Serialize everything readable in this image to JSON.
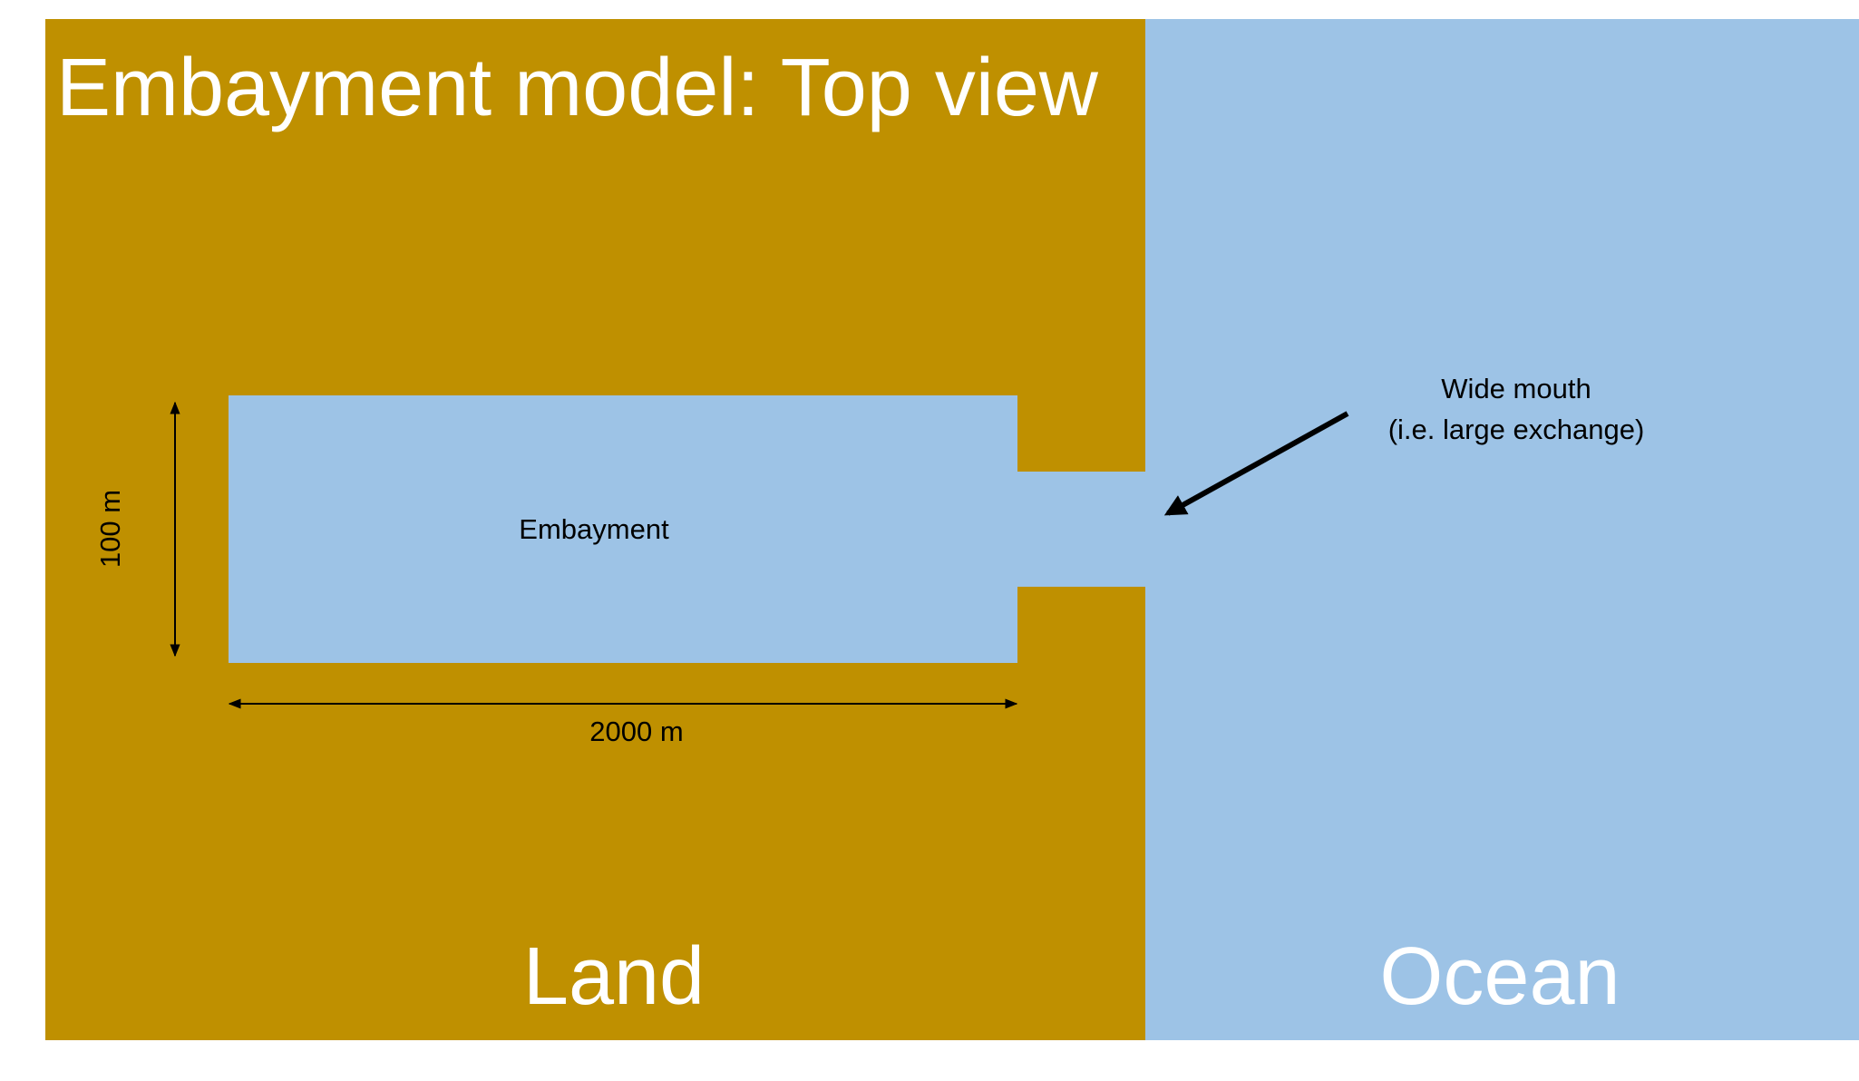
{
  "title": "Embayment model: Top view",
  "regions": {
    "land": "Land",
    "ocean": "Ocean"
  },
  "embayment_label": "Embayment",
  "dimensions": {
    "length": "2000 m",
    "width": "100 m"
  },
  "callout": {
    "line1": "Wide mouth",
    "line2": "(i.e. large exchange)"
  },
  "colors": {
    "land": "#bf9000",
    "water": "#9dc3e6",
    "label_text": "#ffffff",
    "annotation_text": "#000000"
  }
}
